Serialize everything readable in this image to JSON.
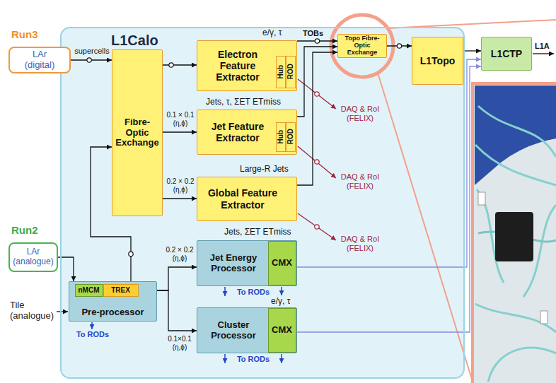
{
  "diagram": {
    "nodes": [
      {
        "text": [
          "Run3",
          "LAr (digital)"
        ]
      },
      {
        "text": [
          "L1Calo"
        ]
      },
      {
        "text": [
          "Fibre-Optic Exchange"
        ],
        "in": 1
      },
      {
        "text": [
          "e/γ, τ",
          "Electron Feature Extractor"
        ],
        "in": 1
      },
      {
        "text": [
          "Hub"
        ],
        "in": 3
      },
      {
        "text": [
          "ROD"
        ],
        "in": 3
      },
      {
        "text": [
          "Jets, τ, ΣET ETmiss",
          "Jet Feature Extractor"
        ],
        "in": 1
      },
      {
        "text": [
          "Hub"
        ],
        "in": 6
      },
      {
        "text": [
          "ROD"
        ],
        "in": 6
      },
      {
        "text": [
          "Large-R Jets",
          "Global Feature Extractor"
        ],
        "in": 1
      },
      {
        "text": [
          "Topo Fibre-Optic Exchange"
        ],
        "in": 1
      },
      {
        "text": [
          "L1Topo"
        ]
      },
      {
        "text": [
          "L1CTP"
        ]
      },
      {
        "text": [
          "Run2",
          "LAr (analogue)"
        ]
      },
      {
        "text": [
          "Pre-processor"
        ],
        "in": 1
      },
      {
        "text": [
          "nMCM"
        ],
        "in": 14
      },
      {
        "text": [
          "TREX"
        ],
        "in": 14
      },
      {
        "text": [
          "Jets, ΣET ETmiss",
          "Jet Energy Processor"
        ],
        "in": 1
      },
      {
        "text": [
          "CMX"
        ],
        "in": 17
      },
      {
        "text": [
          "e/γ, τ",
          "Cluster Processor"
        ],
        "in": 1
      },
      {
        "text": [
          "CMX"
        ],
        "in": 19
      }
    ],
    "edges": [
      {
        "from": 0,
        "to": 2,
        "arrow": "to",
        "label": "supercells"
      },
      {
        "from": 2,
        "to": 3,
        "arrow": "to"
      },
      {
        "from": 2,
        "to": 6,
        "arrow": "to",
        "label": "0.1 × 0.1 (η,ϕ)"
      },
      {
        "from": 2,
        "to": 9,
        "arrow": "to",
        "label": "0.2 × 0.2 (η,ϕ)"
      },
      {
        "from": 16,
        "to": 2,
        "arrow": "to"
      },
      {
        "from": 13,
        "to": 14,
        "arrow": "to"
      },
      {
        "from": 16,
        "to": 17,
        "arrow": "to",
        "label": "0.2 × 0.2 (η,ϕ)"
      },
      {
        "from": 16,
        "to": 19,
        "arrow": "to",
        "label": "0.1×0.1 (η,ϕ)"
      },
      {
        "from": 3,
        "to": 10,
        "arrow": "to",
        "label": "TOBs"
      },
      {
        "from": 6,
        "to": 10,
        "arrow": "to"
      },
      {
        "from": 9,
        "to": 10,
        "arrow": "to"
      },
      {
        "from": 10,
        "to": 11,
        "arrow": "to"
      },
      {
        "from": 11,
        "to": 12,
        "arrow": "to"
      },
      {
        "from": 18,
        "to": 12,
        "arrow": "to"
      },
      {
        "from": 20,
        "to": 12,
        "arrow": "to"
      }
    ],
    "labels": [
      "DAQ & RoI (FELIX)",
      "DAQ & RoI (FELIX)",
      "DAQ & RoI (FELIX)",
      "To RODs",
      "To RODs",
      "To RODs",
      "Tile (analogue)",
      "L1A"
    ]
  }
}
